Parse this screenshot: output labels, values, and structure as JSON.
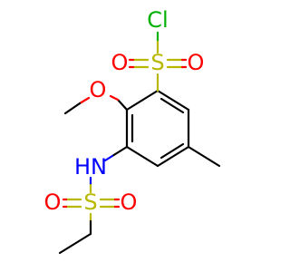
{
  "molecule": {
    "atoms": {
      "cl": {
        "label": "Cl",
        "color": "#00b000"
      },
      "s_top": {
        "label": "S",
        "color": "#b8b800"
      },
      "o_top_left": {
        "label": "O",
        "color": "#ff0000"
      },
      "o_top_right": {
        "label": "O",
        "color": "#ff0000"
      },
      "o_methoxy": {
        "label": "O",
        "color": "#ff0000"
      },
      "nh": {
        "label": "HN",
        "color": "#0000ff"
      },
      "s_bottom": {
        "label": "S",
        "color": "#b8b800"
      },
      "o_bottom_left": {
        "label": "O",
        "color": "#ff0000"
      },
      "o_bottom_right": {
        "label": "O",
        "color": "#ff0000"
      }
    }
  }
}
